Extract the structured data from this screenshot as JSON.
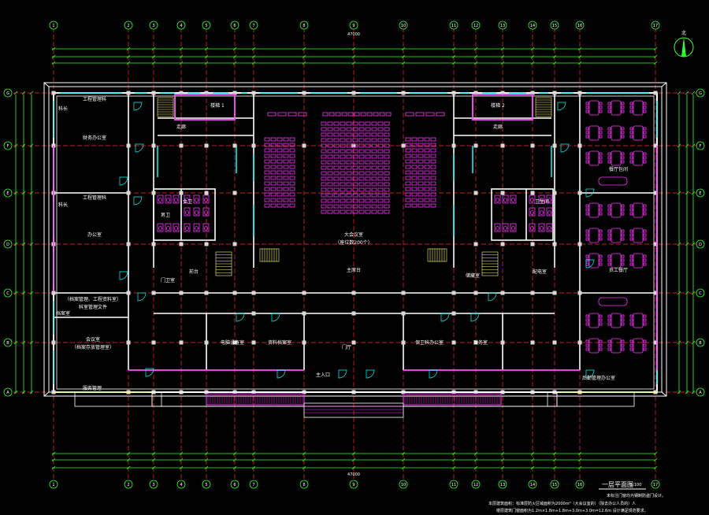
{
  "drawing": {
    "title": "一层平面图",
    "scale": "1:100",
    "note_top": "未标注门窗均为钢制防盗门设计。",
    "note_mid": "本层建筑面积：标准层防火区域面积为2000m²（大会议室的）（除去办公人员的）人",
    "note_bottom": "楼层建筑门窗面积为1.2m×1.8m+1.8m+3.0m+3.0m=12.6m        设计满足规范要求。",
    "north_label": "北"
  },
  "axes": {
    "columns": [
      "1",
      "2",
      "3",
      "4",
      "5",
      "6",
      "7",
      "8",
      "9",
      "10",
      "11",
      "12",
      "13",
      "14",
      "15",
      "16",
      "17"
    ],
    "rows": [
      "G",
      "F",
      "E",
      "D",
      "C",
      "B",
      "A"
    ],
    "total_width": "47000"
  },
  "rooms": {
    "lecture_hall": "大会议室",
    "lecture_hall_capacity": "（座位数200个）",
    "stage": "主席台",
    "gate": "门厅",
    "upper_left_label1": "工程管理科",
    "upper_left_label2": "科长",
    "upper_left_office": "财务办公室",
    "mid_left_label1": "工程管理科",
    "mid_left_label2": "科长",
    "mid_left_office": "办公室",
    "left_c_label1": "（档案管理、工程资料室）",
    "left_c_label2": "科室管理文件",
    "left_b_label1": "档案室",
    "left_b_label2": "会议室",
    "left_b_label3": "（档案存放管理室）",
    "stair_left": "楼梯 1",
    "stair_right": "楼梯 2",
    "corridor_left": "走廊",
    "corridor_right": "走廊",
    "wc_female": "女卫",
    "wc_male": "男卫",
    "wc_right": "卫生间",
    "lobby_left": "前台",
    "lobby_left2": "门卫室",
    "storage_right": "储藏室",
    "small_room_right": "配电室",
    "dining_top": "餐厅包间",
    "dining_bottom": "员工餐厅",
    "room_b1": "电脑设备室",
    "room_b2": "资料档案室",
    "room_b3": "保卫科办公室",
    "room_b4": "财务室",
    "entrance": "主入口",
    "bottom_left": "服务管理",
    "bottom_right": "后勤管理办公室"
  },
  "colors": {
    "wall": "#ffffff",
    "axis_line": "#ff2a2a",
    "dimension": "#2dff2d",
    "window": "#00ffff",
    "furniture": "#ff33ff",
    "stair": "#ffff66",
    "column": "#d8d8d8",
    "text": "#ffffff"
  }
}
